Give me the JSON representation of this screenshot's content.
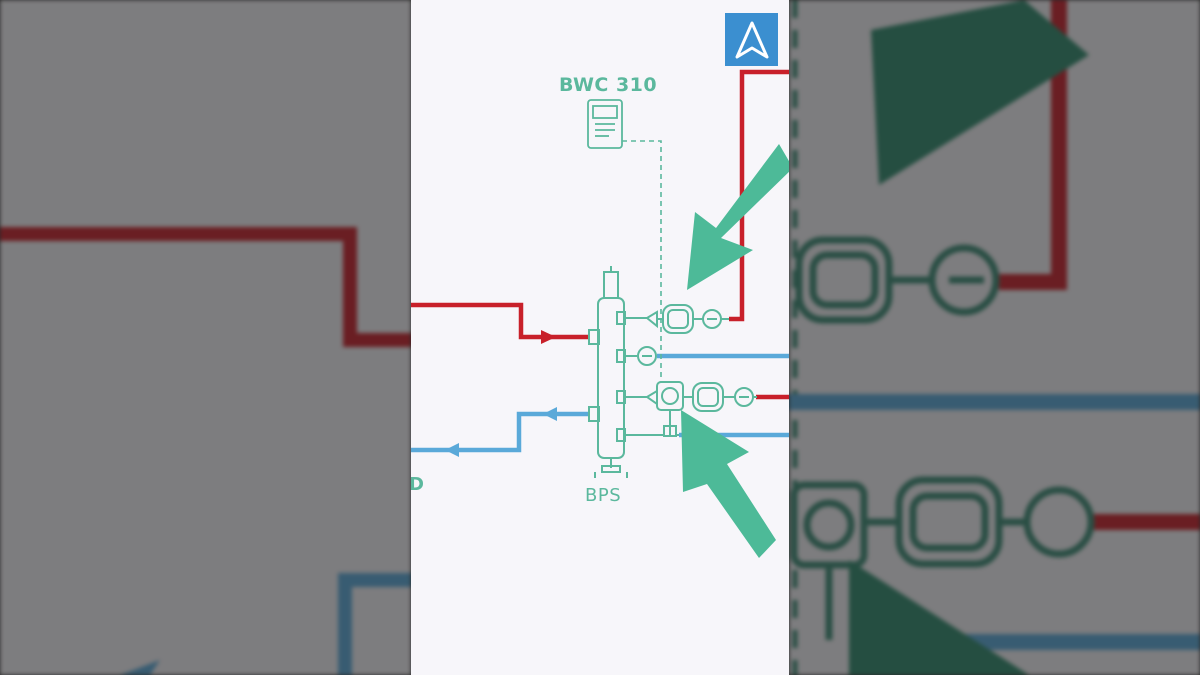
{
  "diagram": {
    "controller_label": "BWC 310",
    "separator_label": "BPS",
    "partial_label": "D"
  },
  "colors": {
    "flow_hot": "#c8202a",
    "flow_cold": "#5aa9d9",
    "equipment": "#5bb89d",
    "arrow": "#4dba98",
    "background": "#f7f6fa",
    "logo_bg": "#3b8fd0"
  },
  "icons": {
    "logo": "navigation-arrow-icon",
    "pointer": "large-pointer-arrow-icon"
  }
}
